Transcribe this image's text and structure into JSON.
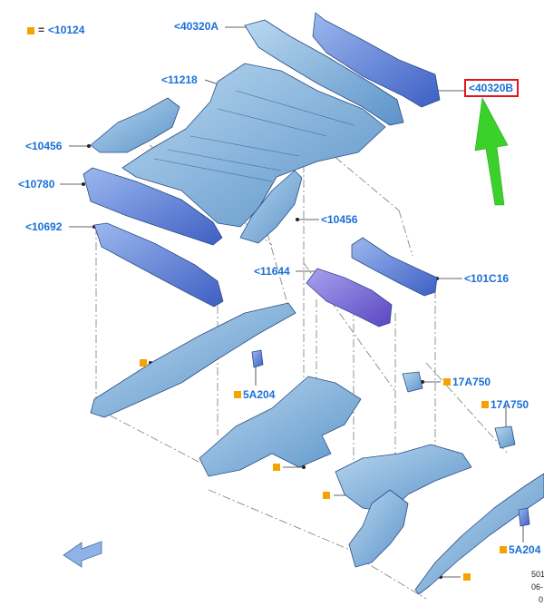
{
  "legend": {
    "equals": "=",
    "code": "<10124"
  },
  "parts": {
    "p40320A": "<40320A",
    "p40320B": "<40320B",
    "p11218": "<11218",
    "p10456_left": "<10456",
    "p10456_right": "<10456",
    "p10780": "<10780",
    "p10692": "<10692",
    "p11644": "<11644",
    "p101C16": "<101C16",
    "p5A204_left": "5A204",
    "p5A204_right": "5A204",
    "p17A750_mid": "17A750",
    "p17A750_right": "17A750"
  },
  "footer": {
    "line1": "501",
    "line2": "06-",
    "line3": "0"
  },
  "colors": {
    "label": "#1a6fd6",
    "highlight": "#e0161b",
    "arrow": "#3ad12a",
    "marker": "#f5a300"
  }
}
